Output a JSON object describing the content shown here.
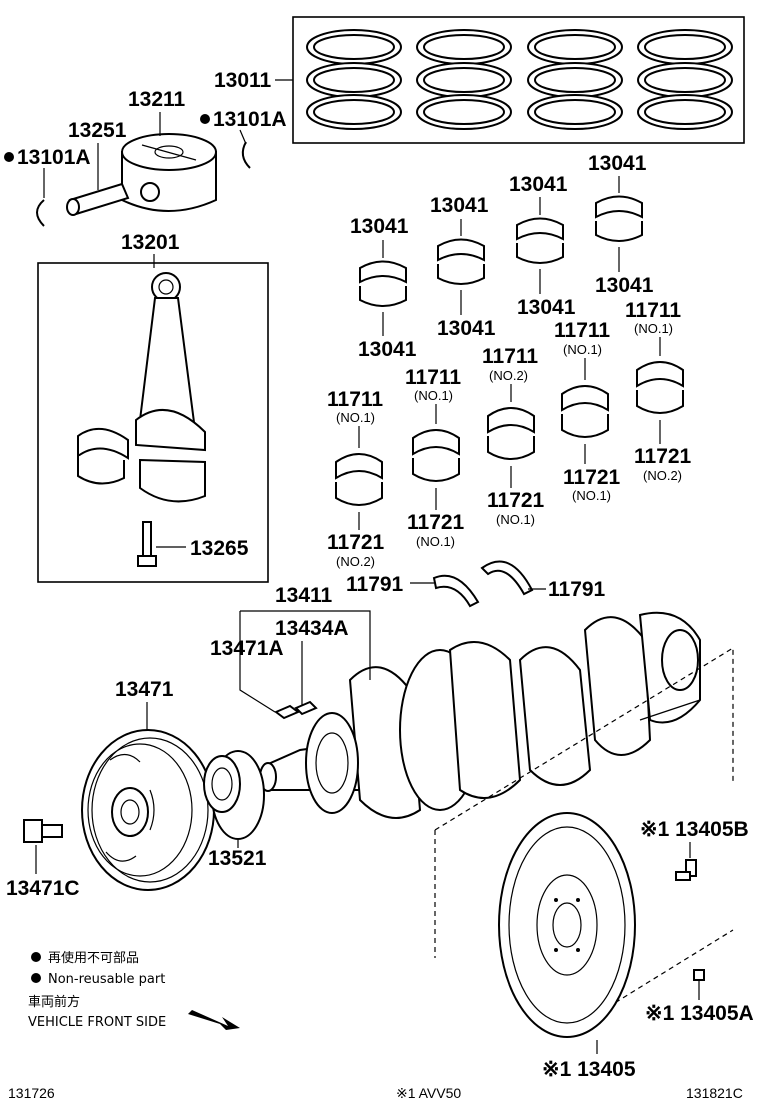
{
  "parts": {
    "piston_ring_set": "13011",
    "piston": "13211",
    "piston_pin": "13251",
    "snap_ring_left": "13101A",
    "snap_ring_right": "13101A",
    "connecting_rod": "13201",
    "rod_bolt": "13265",
    "rod_bearing_labels": [
      "13041",
      "13041",
      "13041",
      "13041",
      "13041",
      "13041",
      "13041",
      "13041"
    ],
    "main_bearing_upper_labels": [
      "11711",
      "11711",
      "11711",
      "11711",
      "11711"
    ],
    "main_bearing_upper_notes": [
      "(NO.1)",
      "(NO.1)",
      "(NO.2)",
      "(NO.1)",
      "(NO.1)"
    ],
    "main_bearing_lower_labels": [
      "11721",
      "11721",
      "11721",
      "11721",
      "11721"
    ],
    "main_bearing_lower_notes": [
      "(NO.2)",
      "(NO.1)",
      "(NO.1)",
      "(NO.1)",
      "(NO.2)"
    ],
    "thrust_washer_left": "11791",
    "thrust_washer_right": "11791",
    "crankshaft": "13411",
    "crank_key": "13434A",
    "pulley_key": "13471A",
    "crank_pulley": "13471",
    "pulley_bolt": "13471C",
    "crank_sprocket": "13521",
    "flywheel_bolt": "※1 13405B",
    "flywheel_pin": "※1 13405A",
    "flywheel": "※1 13405"
  },
  "legend": {
    "non_reusable_jp": "再使用不可部品",
    "non_reusable_en": "Non-reusable part",
    "front_jp": "車両前方",
    "front_en": "VEHICLE FRONT SIDE"
  },
  "footer": {
    "left_code": "131726",
    "center_note": "※1 AVV50",
    "right_code": "131821C"
  }
}
